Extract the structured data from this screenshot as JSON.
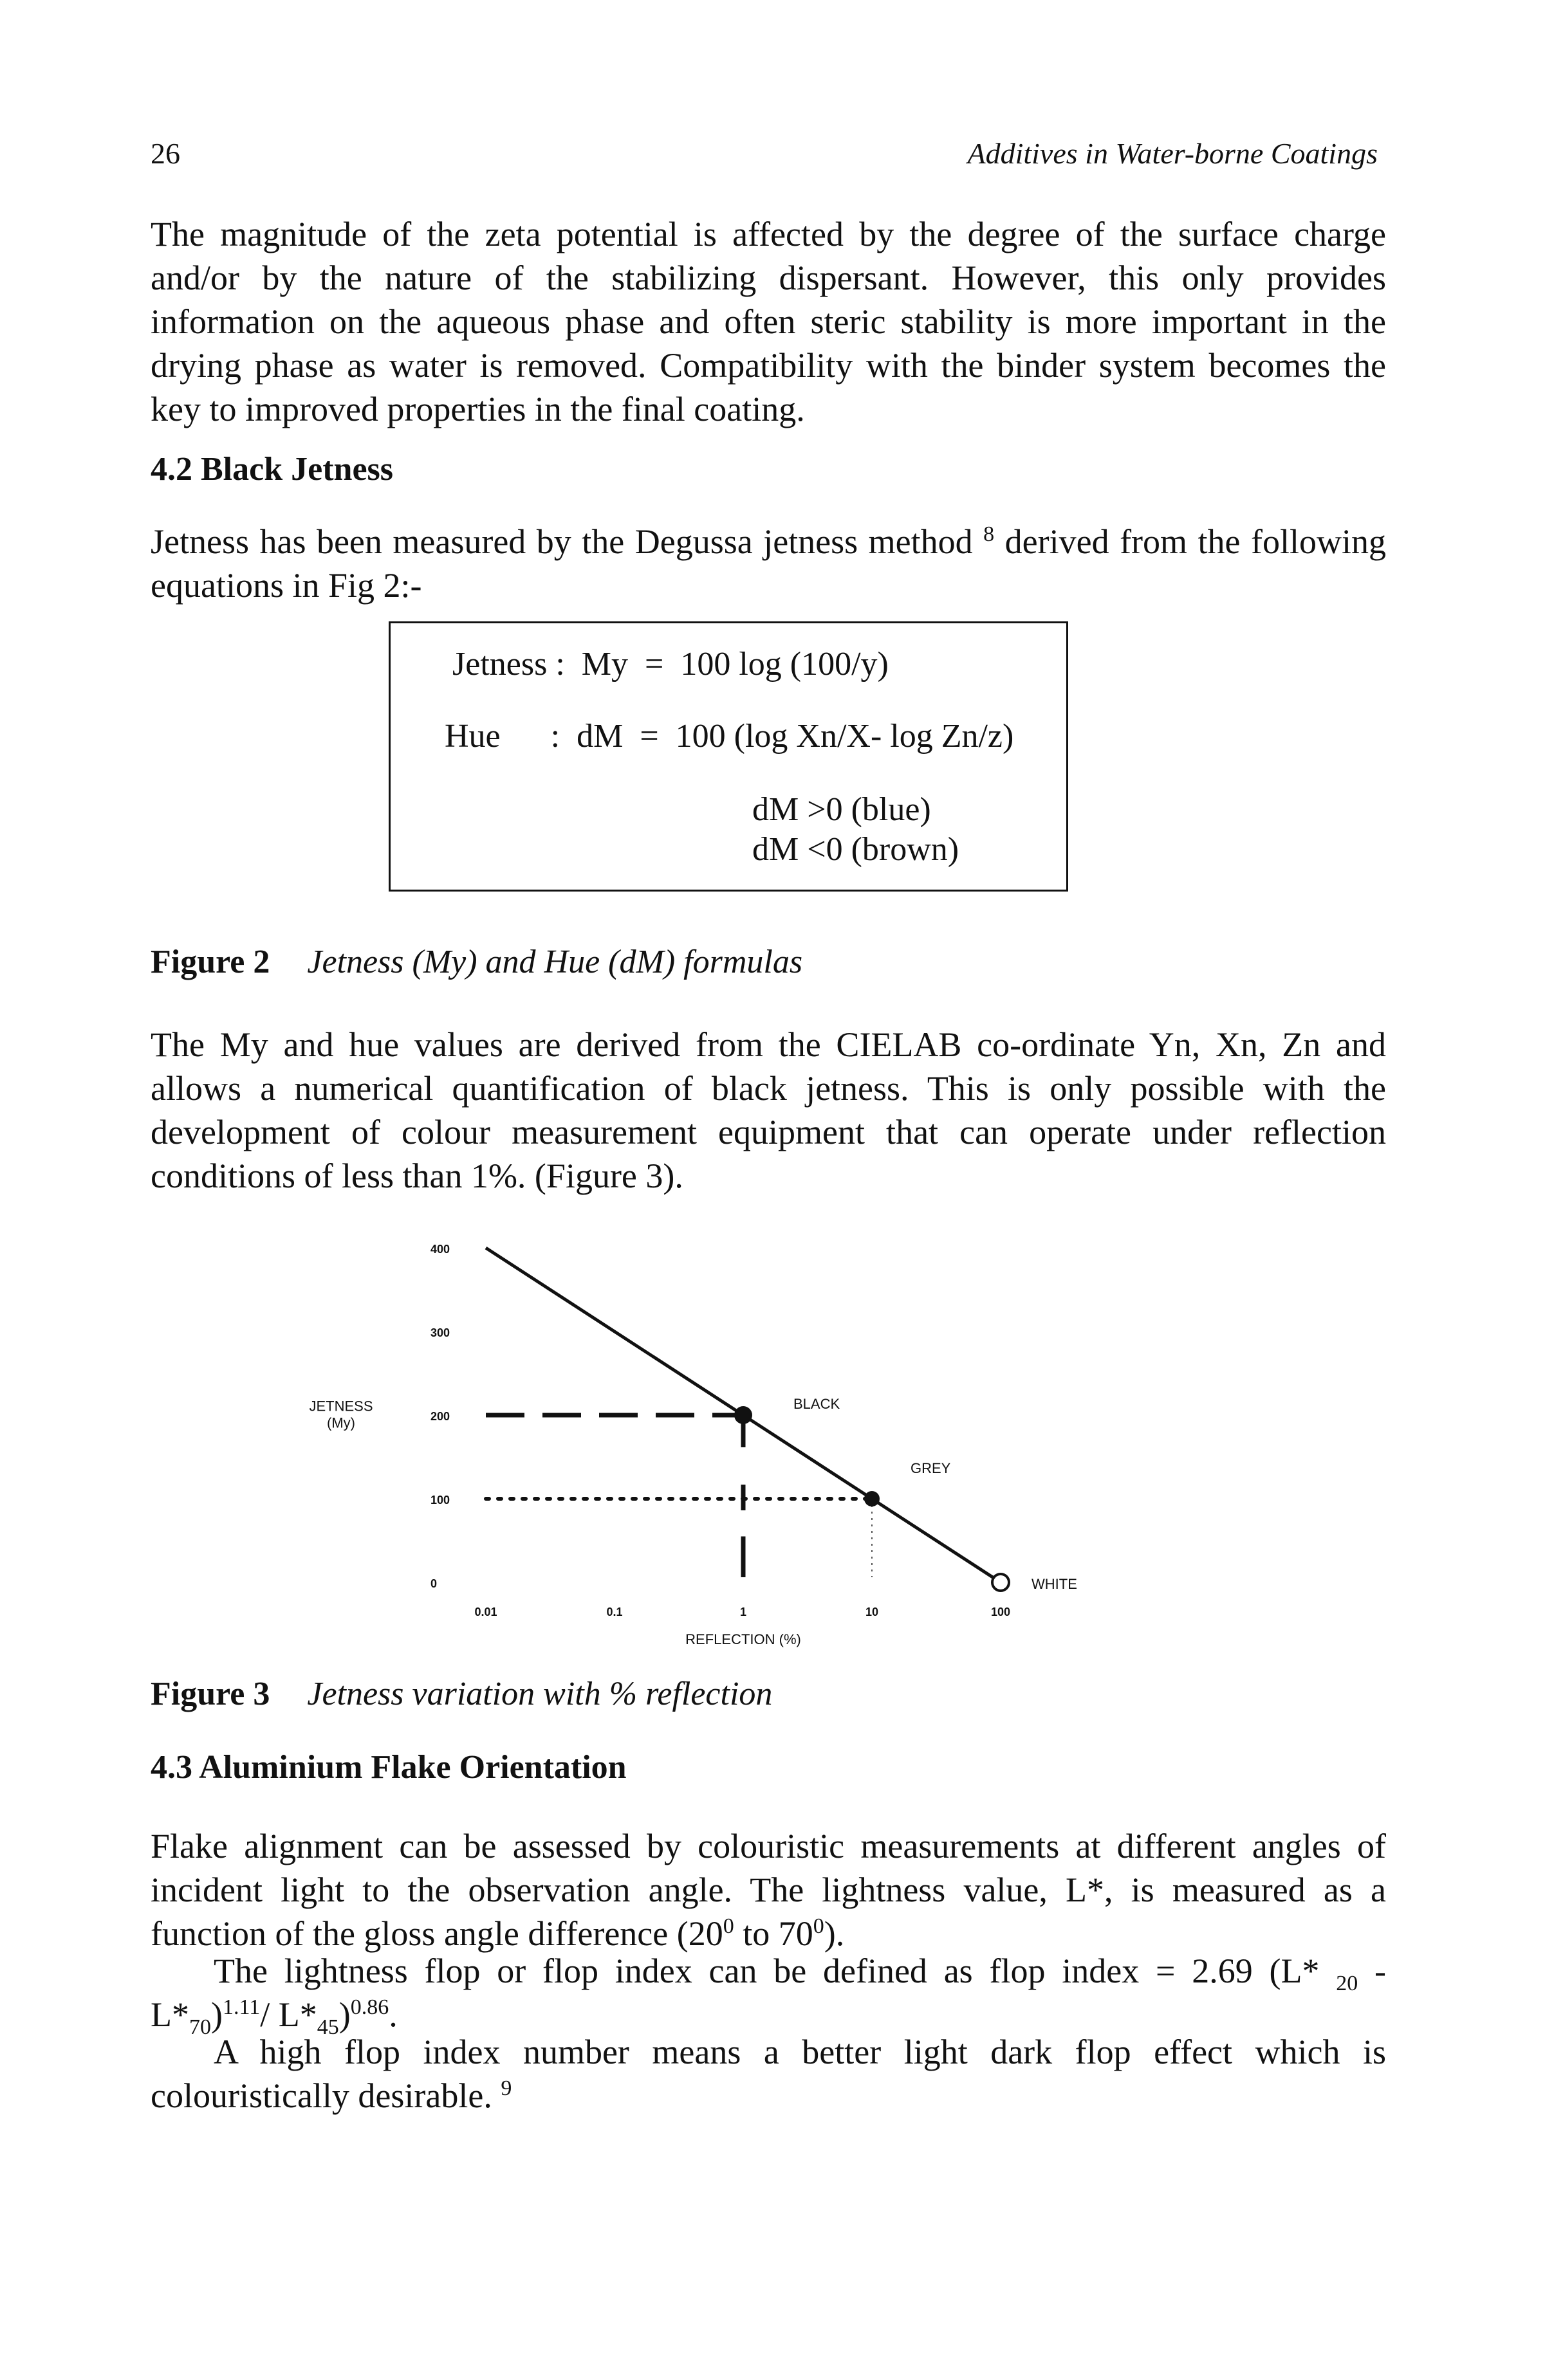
{
  "header": {
    "page_number": "26",
    "running_title": "Additives in Water-borne Coatings"
  },
  "para1": "The magnitude of the zeta potential is affected by the degree of the surface charge and/or by the nature of the stabilizing dispersant. However, this only provides information on the aqueous phase and often steric stability is more important in the drying phase as water is removed. Compatibility with the binder system becomes the key to improved properties in the final coating.",
  "section42": {
    "heading": "4.2 Black Jetness"
  },
  "para2": {
    "before": "Jetness has been measured by the Degussa jetness method ",
    "ref": "8",
    "after": " derived from the following equations in Fig 2:-"
  },
  "formula": {
    "line1": "Jetness :  My  =  100 log (100/y)",
    "line2": "Hue      :  dM  =  100 (log Xn/X- log Zn/z)",
    "line3": "dM >0 (blue)",
    "line4": "dM <0 (brown)"
  },
  "figure2": {
    "label": "Figure 2",
    "caption": "Jetness (My) and Hue (dM) formulas"
  },
  "para3": "The My and hue values are derived from the CIELAB co-ordinate Yn, Xn, Zn and allows a numerical quantification of black jetness. This is only possible with the development of colour measurement equipment that can operate under reflection conditions of less than 1%. (Figure 3).",
  "chart_data": {
    "type": "line",
    "ylabel": "JETNESS (My)",
    "xlabel": "REFLECTION (%)",
    "x_ticks": [
      "0.01",
      "0.1",
      "1",
      "10",
      "100"
    ],
    "y_ticks": [
      "0",
      "100",
      "200",
      "300",
      "400"
    ],
    "x_scale": "log",
    "xlim": [
      0.01,
      100
    ],
    "ylim": [
      0,
      400
    ],
    "series": [
      {
        "x": [
          0.01,
          100
        ],
        "y": [
          400,
          0
        ]
      }
    ],
    "annotations": [
      {
        "label": "BLACK",
        "x": 1,
        "y": 200
      },
      {
        "label": "GREY",
        "x": 10,
        "y": 100
      },
      {
        "label": "WHITE",
        "x": 100,
        "y": 0
      }
    ]
  },
  "figure3": {
    "label": "Figure 3",
    "caption": "Jetness variation with % reflection"
  },
  "section43": {
    "heading": "4.3 Aluminium Flake Orientation"
  },
  "para4": {
    "part1": "Flake alignment can be assessed by colouristic measurements at different angles of incident light to the observation angle. The lightness value, L*, is measured as a function of the gloss angle difference (20",
    "sup_a": "0",
    "part2": " to 70",
    "sup_b": "0",
    "part3": ")."
  },
  "para5": {
    "part1": "The lightness flop or flop index can be defined as flop index = 2.69 (L* ",
    "sub_20": "20",
    "part2": " - L*",
    "sub_70": "70",
    "part3": ")",
    "sup_111": "1.11",
    "part4": "/ L*",
    "sub_45": "45",
    "part5": ")",
    "sup_086": "0.86",
    "part6": "."
  },
  "para6": {
    "text": "A high flop index number means a better light dark flop effect which is colouristically desirable. ",
    "ref": "9"
  }
}
